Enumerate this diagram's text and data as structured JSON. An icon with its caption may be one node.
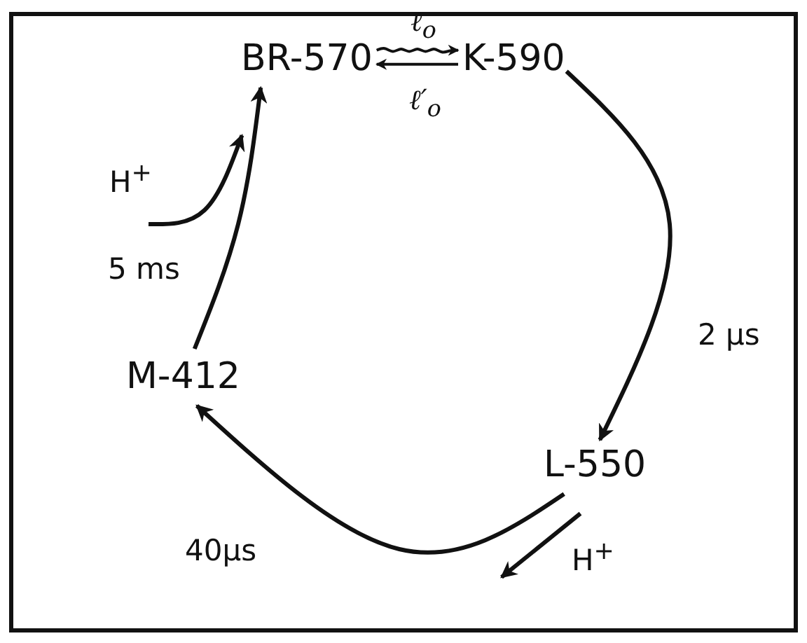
{
  "diagram": {
    "nodes": [
      {
        "text": [
          "BR-570"
        ]
      },
      {
        "text": [
          "K-590"
        ]
      },
      {
        "text": [
          "L-550"
        ]
      },
      {
        "text": [
          "M-412"
        ]
      }
    ],
    "edges": [
      {
        "from": 0,
        "to": 1,
        "arrow": "to",
        "label": "ℓ$_{o}$"
      },
      {
        "from": 1,
        "to": 0,
        "arrow": "to",
        "label": "ℓ′$_{o}$"
      },
      {
        "from": 1,
        "to": 2,
        "arrow": "to",
        "label": "2 μs"
      },
      {
        "from": 2,
        "to": 3,
        "arrow": "to",
        "label": "40μs"
      },
      {
        "from": 3,
        "to": 0,
        "arrow": "to",
        "label": "5 ms"
      },
      {
        "from": null,
        "to": 0,
        "arrow": "to",
        "label": "H$^{+}$"
      },
      {
        "from": 2,
        "to": null,
        "arrow": "to",
        "label": "H$^{+}$"
      }
    ]
  }
}
